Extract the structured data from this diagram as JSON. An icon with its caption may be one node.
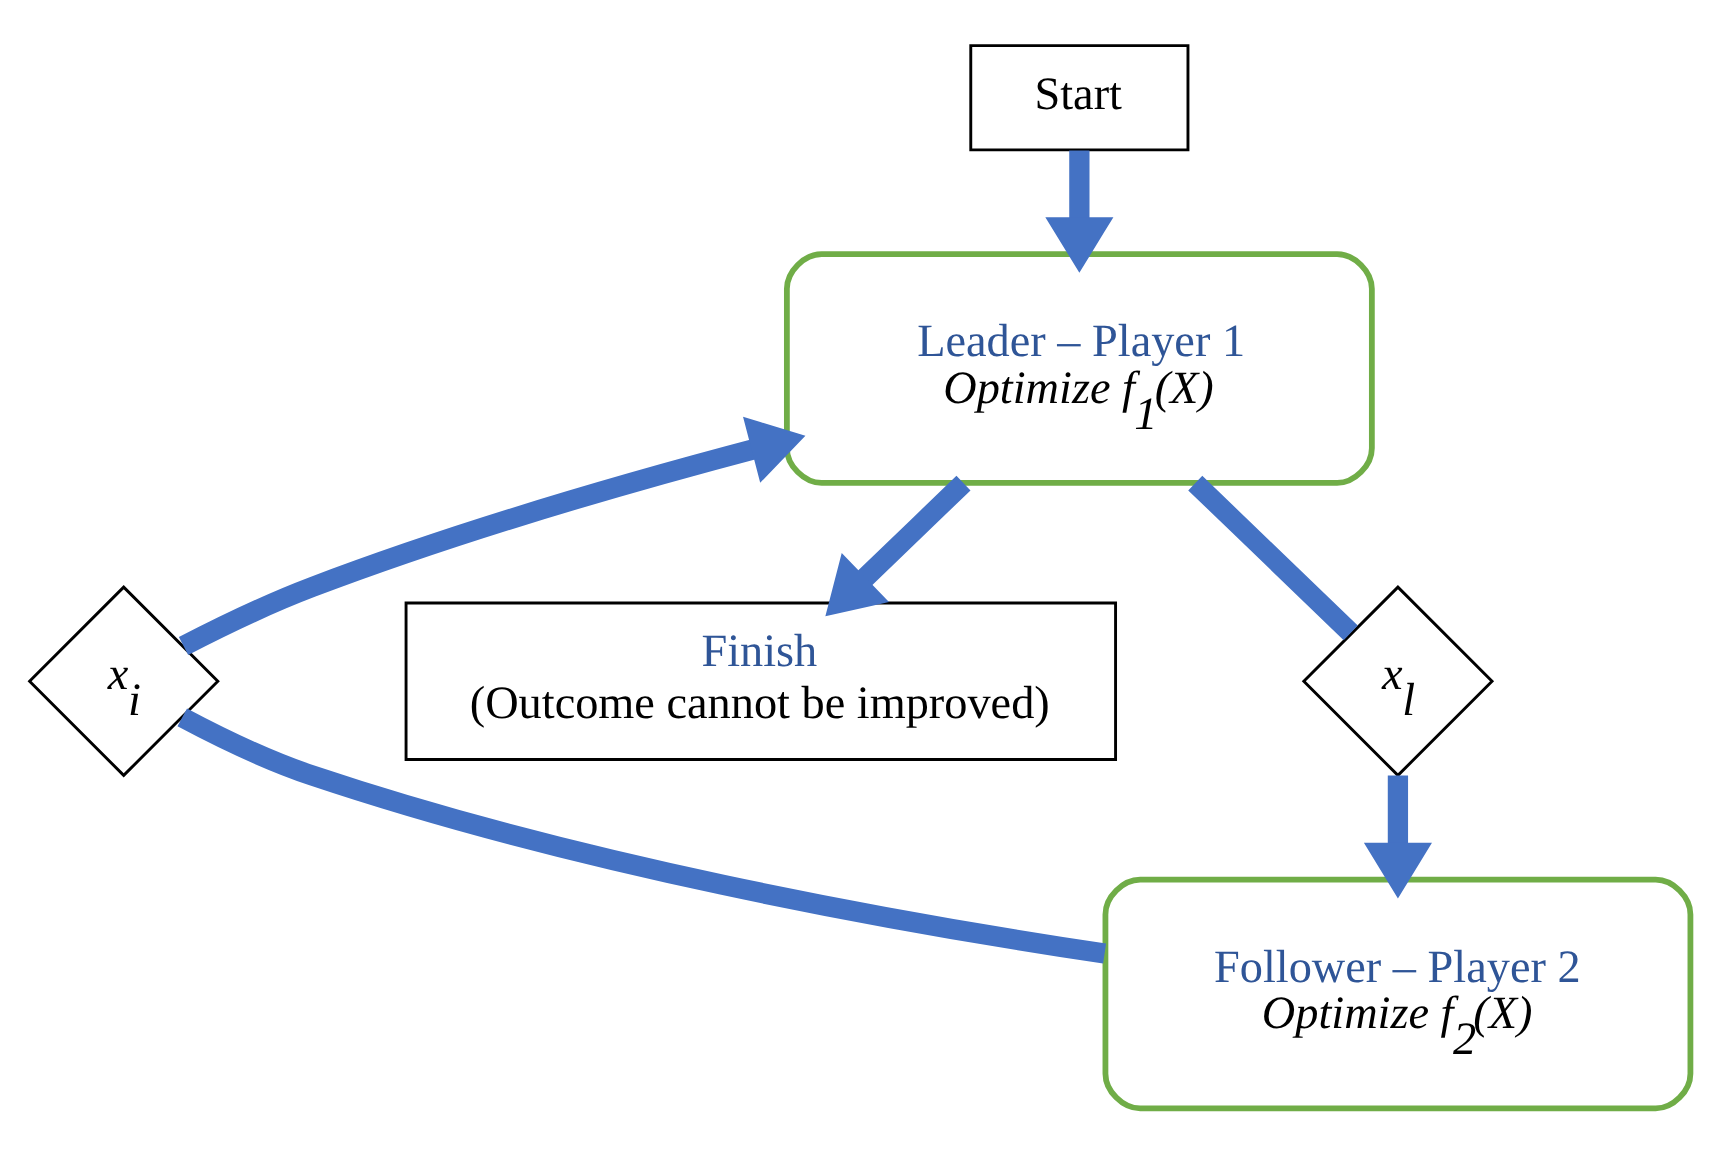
{
  "diagram": {
    "nodes": [
      {
        "text": [
          "Start"
        ]
      },
      {
        "text": [
          "Leader – Player 1",
          "Optimize f$_{1}$(X)"
        ]
      },
      {
        "text": [
          "Finish",
          "(Outcome cannot be improved)"
        ]
      },
      {
        "text": [
          "x$_{i}$"
        ]
      },
      {
        "text": [
          "x$_{l}$"
        ]
      },
      {
        "text": [
          "Follower – Player 2",
          "Optimize f$_{2}$(X)"
        ]
      }
    ],
    "edges": [
      {
        "from": 0,
        "to": 1,
        "arrow": "to"
      },
      {
        "from": 1,
        "to": 2,
        "arrow": "to"
      },
      {
        "from": 1,
        "to": 4,
        "arrow": "none"
      },
      {
        "from": 4,
        "to": 5,
        "arrow": "to"
      },
      {
        "from": 5,
        "to": 3,
        "arrow": "none"
      },
      {
        "from": 3,
        "to": 1,
        "arrow": "to"
      }
    ]
  }
}
